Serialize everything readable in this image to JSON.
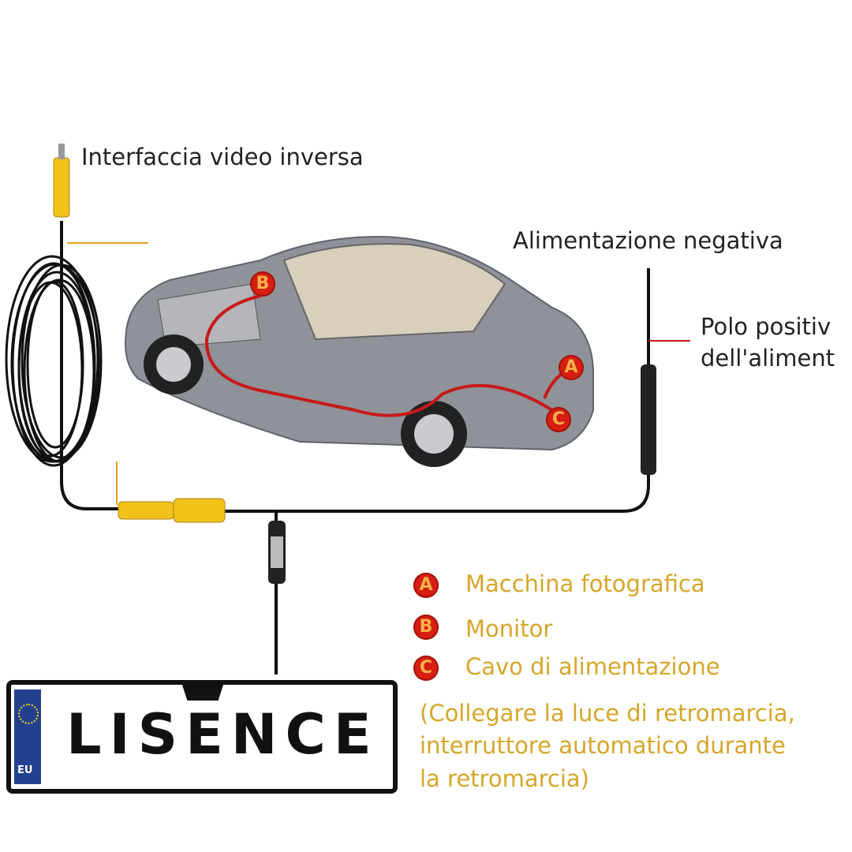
{
  "labels": {
    "video_interface": "Interfaccia video inversa",
    "negative_power": "Alimentazione negativa",
    "positive_pole_line1": "Polo positiv",
    "positive_pole_line2": "dell'aliment"
  },
  "car_markers": [
    "A",
    "B",
    "C"
  ],
  "legend": [
    {
      "key": "A",
      "text": "Macchina fotografica"
    },
    {
      "key": "B",
      "text": "Monitor"
    },
    {
      "key": "C",
      "text": "Cavo di alimentazione"
    }
  ],
  "note": {
    "line1": "(Collegare la luce di retromarcia,",
    "line2": "interruttore automatico durante",
    "line3": "la retromarcia)"
  },
  "plate": {
    "text": "LISENCE",
    "country": "EU"
  },
  "colors": {
    "legend_text": "#d6a62a",
    "marker": "#d81e12",
    "cable_yellow": "#f2c21b",
    "route_red": "#c8181a",
    "eu_blue": "#23408f"
  }
}
